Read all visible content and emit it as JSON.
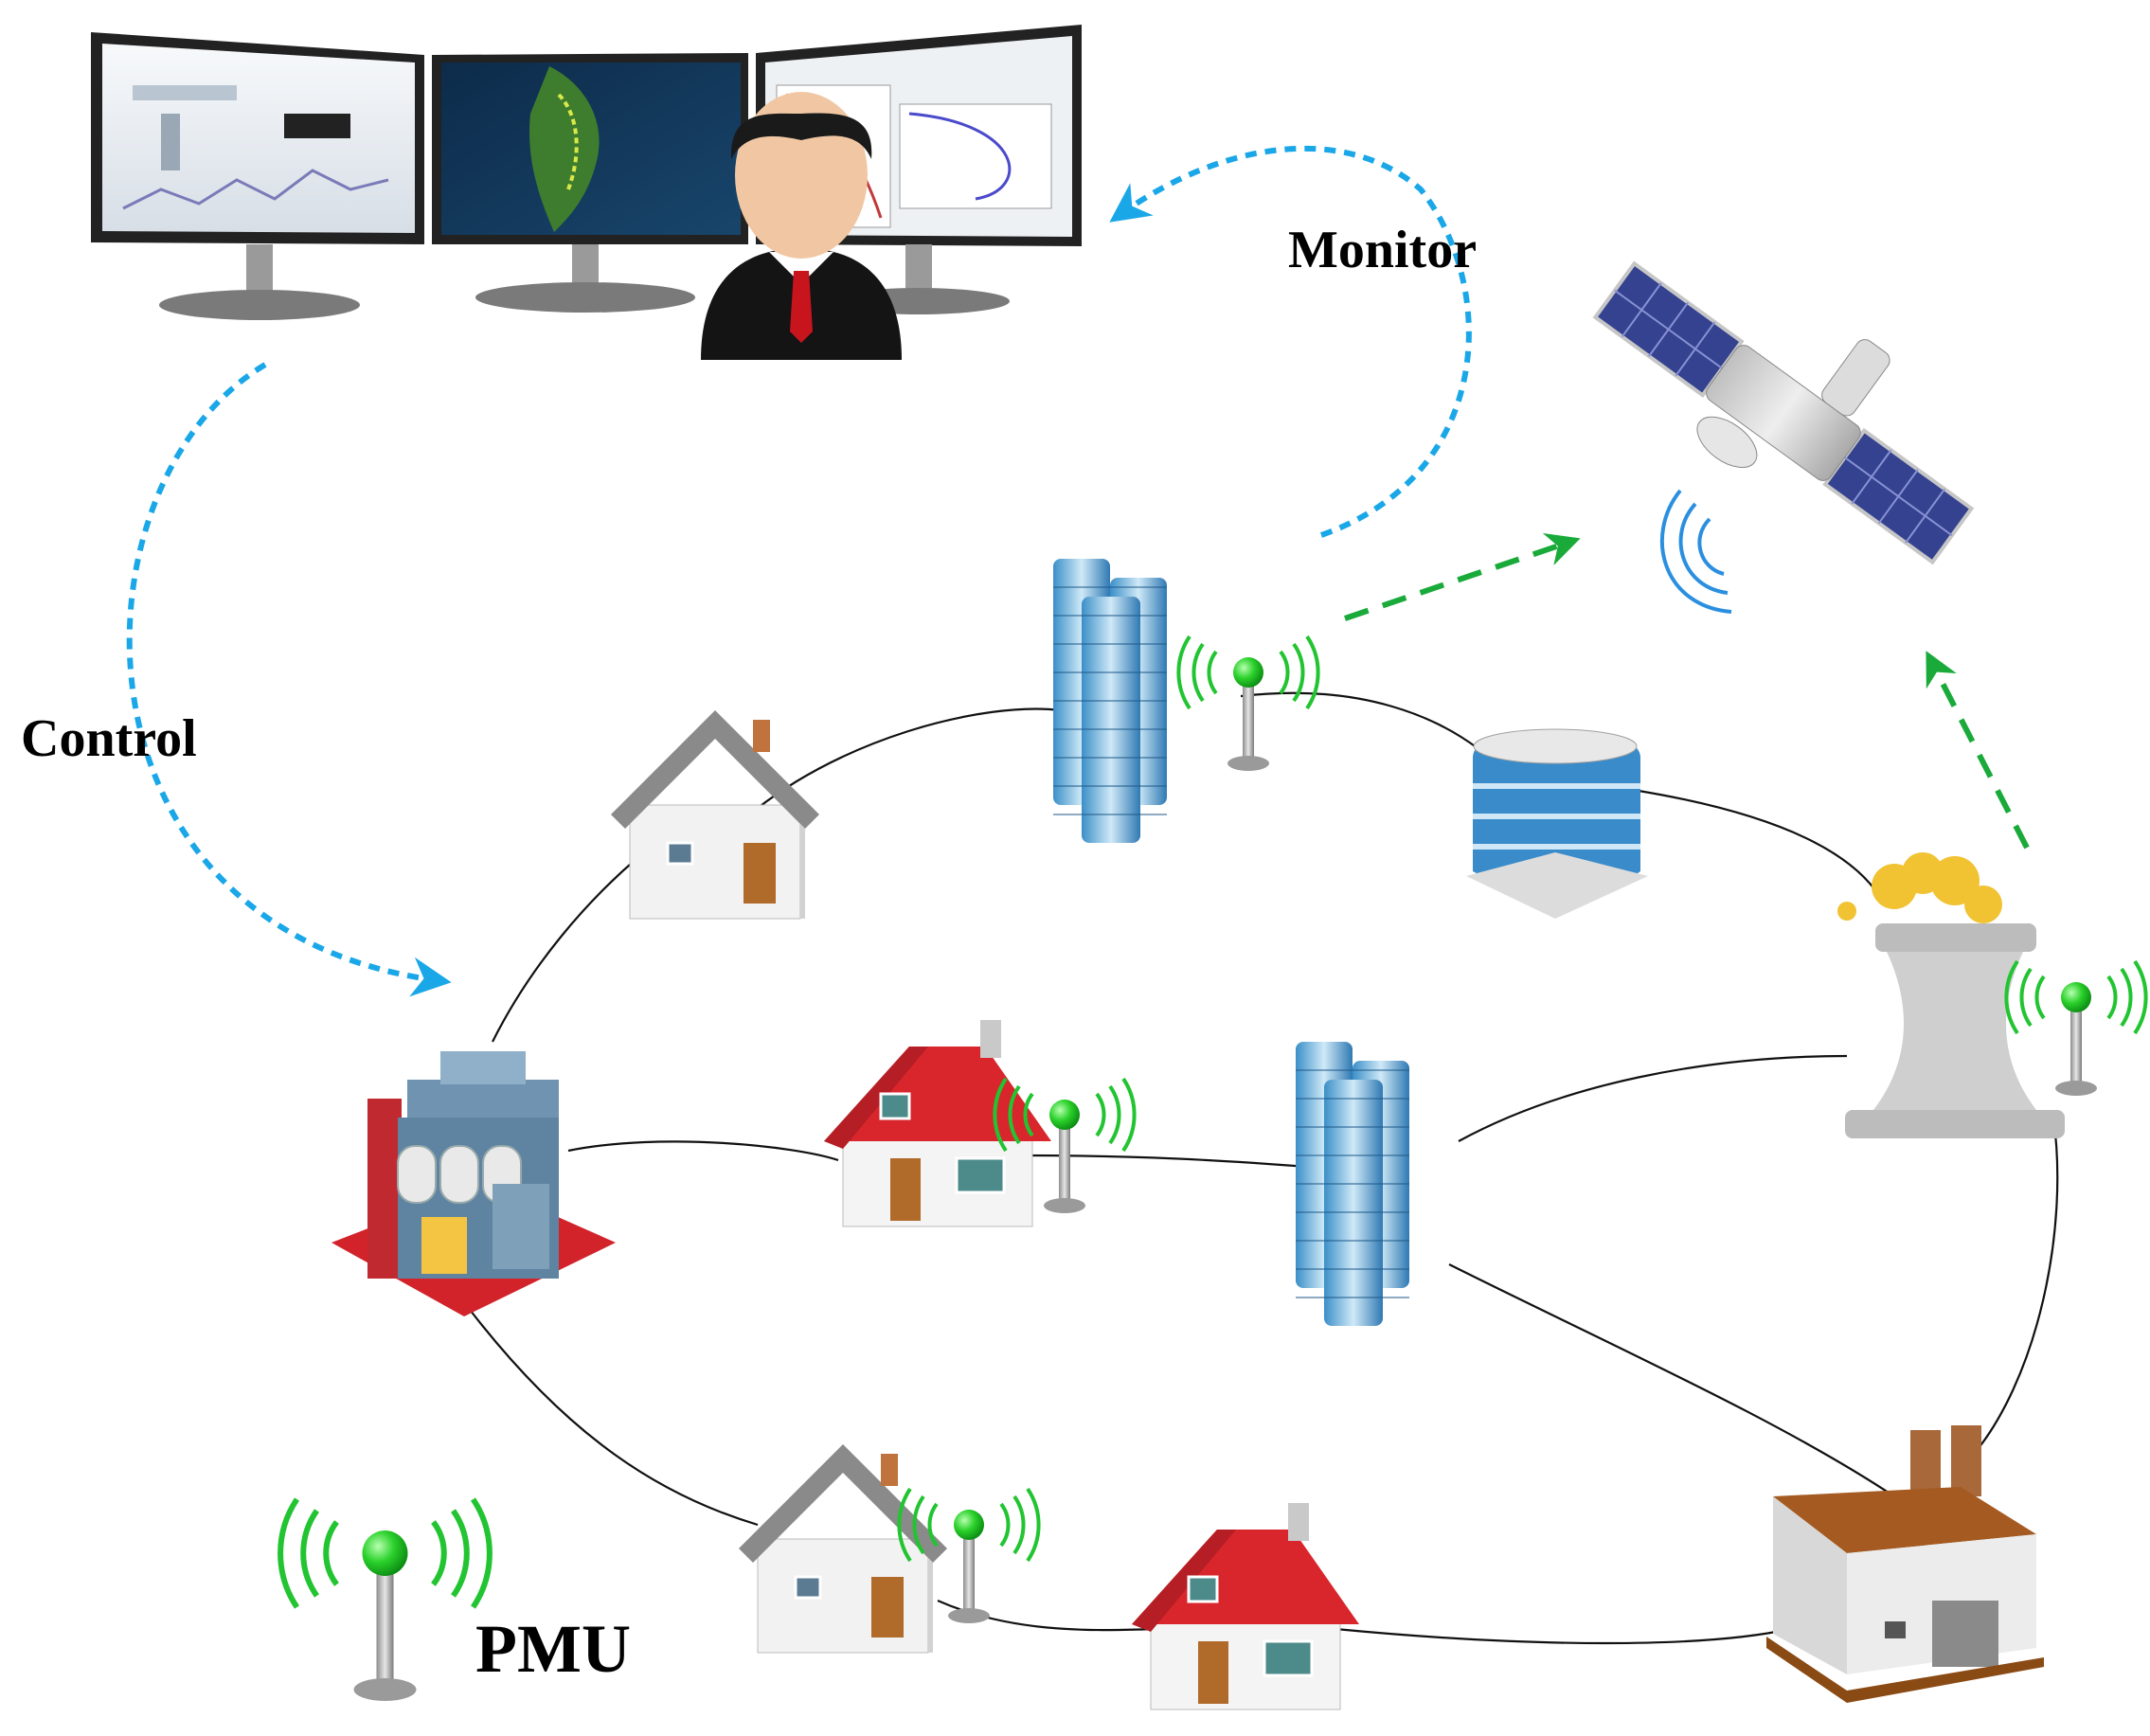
{
  "labels": {
    "monitor": "Monitor",
    "control": "Control",
    "pmu": "PMU"
  },
  "colors": {
    "flow_arrow": "#1aa7e8",
    "uplink_arrow": "#1aaa3a",
    "pmu_signal": "#22c431",
    "grid_line": "#111111"
  },
  "nodes": [
    {
      "name": "control-center-monitors",
      "icon": "monitor-icon"
    },
    {
      "name": "operator",
      "icon": "operator-icon"
    },
    {
      "name": "satellite",
      "icon": "satellite-icon"
    },
    {
      "name": "power-plant",
      "icon": "power-plant-icon"
    },
    {
      "name": "cooling-tower",
      "icon": "cooling-tower-icon"
    },
    {
      "name": "factory",
      "icon": "factory-icon"
    },
    {
      "name": "office-building",
      "icon": "office-building-icon"
    },
    {
      "name": "skyscraper-top",
      "icon": "skyscraper-icon"
    },
    {
      "name": "skyscraper-middle",
      "icon": "skyscraper-icon"
    },
    {
      "name": "house-gray-top",
      "icon": "house-icon"
    },
    {
      "name": "house-gray-bottom",
      "icon": "house-icon"
    },
    {
      "name": "house-red-middle",
      "icon": "house-icon"
    },
    {
      "name": "house-red-bottom",
      "icon": "house-icon"
    }
  ]
}
